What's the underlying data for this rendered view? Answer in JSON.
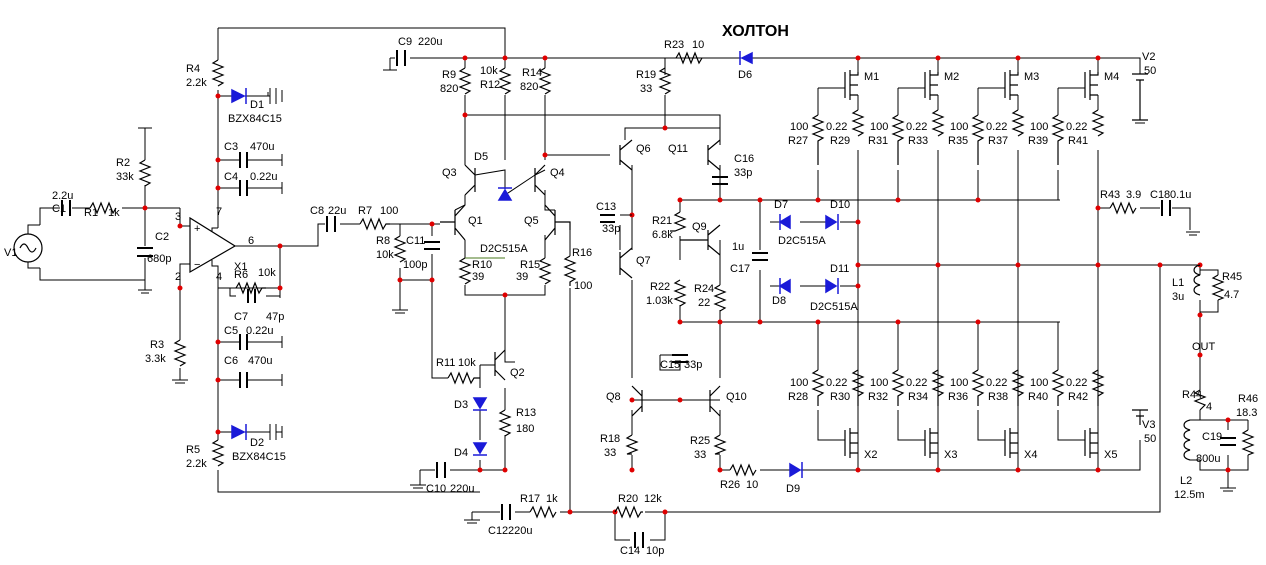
{
  "title": "ХОЛТОН",
  "labels": {
    "V1": "V1",
    "C1": "C1",
    "C1v": "2.2u",
    "R1": "R1",
    "R1v": "1k",
    "R2": "R2",
    "R2v": "33k",
    "C2": "C2",
    "C2v": "680p",
    "R3": "R3",
    "R3v": "3.3k",
    "R4": "R4",
    "R4v": "2.2k",
    "R5": "R5",
    "R5v": "2.2k",
    "D1": "D1",
    "D1v": "BZX84C15",
    "D2": "D2",
    "D2v": "BZX84C15",
    "C3": "C3",
    "C3v": "470u",
    "C4": "C4",
    "C4v": "0.22u",
    "C5": "C5",
    "C5v": "0.22u",
    "C6": "C6",
    "C6v": "470u",
    "X1": "X1",
    "R6": "R6",
    "R6v": "10k",
    "C7": "C7",
    "C7v": "47p",
    "pin3": "3",
    "pin2": "2",
    "pin7": "7",
    "pin4": "4",
    "pin6": "6",
    "C8": "C8",
    "C8v": "22u",
    "R7": "R7",
    "R7v": "100",
    "R8": "R8",
    "R8v": "10k",
    "C11": "C11",
    "C11v": "100p",
    "C9": "C9",
    "C9v": "220u",
    "R9": "R9",
    "R9v": "820",
    "R12": "R12",
    "R12v": "10k",
    "R14": "R14",
    "R14v": "820",
    "Q1": "Q1",
    "Q2": "Q2",
    "Q3": "Q3",
    "Q4": "Q4",
    "Q5": "Q5",
    "D5": "D5",
    "D5v": "D2C515A",
    "R10": "R10",
    "R10v": "39",
    "R15": "R15",
    "R15v": "39",
    "R16": "R16",
    "R16v": "100",
    "R11": "R11",
    "R11v": "10k",
    "R13": "R13",
    "R13v": "180",
    "D3": "D3",
    "D4": "D4",
    "C10": "C10",
    "C10v": "220u",
    "R17": "R17",
    "R17v": "1k",
    "C12": "C12",
    "C12v": "220u",
    "R20": "R20",
    "R20v": "12k",
    "C14": "C14",
    "C14v": "10p",
    "R23": "R23",
    "R23v": "10",
    "D6": "D6",
    "R19": "R19",
    "R19v": "33",
    "Q6": "Q6",
    "Q7": "Q7",
    "Q8": "Q8",
    "Q9": "Q9",
    "Q10": "Q10",
    "Q11": "Q11",
    "C13": "C13",
    "C13v": "33p",
    "C16": "C16",
    "C16v": "33p",
    "R21": "R21",
    "R21v": "6.8k",
    "C17": "C17",
    "C17v": "1u",
    "R22": "R22",
    "R22v": "1.03k",
    "R24": "R24",
    "R24v": "22",
    "C15": "C15",
    "C15v": "33p",
    "R18": "R18",
    "R18v": "33",
    "R25": "R25",
    "R25v": "33",
    "R26": "R26",
    "R26v": "10",
    "D9": "D9",
    "D7": "D7",
    "D8": "D8",
    "D10": "D10",
    "D11": "D11",
    "D7v": "D2C515A",
    "D8v": "D2C515A",
    "M1": "M1",
    "M2": "M2",
    "M3": "M3",
    "M4": "M4",
    "X2": "X2",
    "X3": "X3",
    "X4": "X4",
    "X5": "X5",
    "gate_r": "100",
    "src_r": "0.22",
    "R27": "R27",
    "R29": "R29",
    "R31": "R31",
    "R33": "R33",
    "R35": "R35",
    "R37": "R37",
    "R39": "R39",
    "R41": "R41",
    "R28": "R28",
    "R30": "R30",
    "R32": "R32",
    "R34": "R34",
    "R36": "R36",
    "R38": "R38",
    "R40": "R40",
    "R42": "R42",
    "V2": "V2",
    "V2v": "50",
    "V3": "V3",
    "V3v": "50",
    "R43": "R43",
    "R43v": "3.9",
    "C18": "C18",
    "C18v": "0.1u",
    "L1": "L1",
    "L1v": "3u",
    "R45": "R45",
    "R45v": "4.7",
    "OUT": "OUT",
    "R44": "R44",
    "R44v": "4",
    "R46": "R46",
    "R46v": "18.3",
    "C19": "C19",
    "C19v": "800u",
    "L2": "L2",
    "L2v": "12.5m"
  }
}
